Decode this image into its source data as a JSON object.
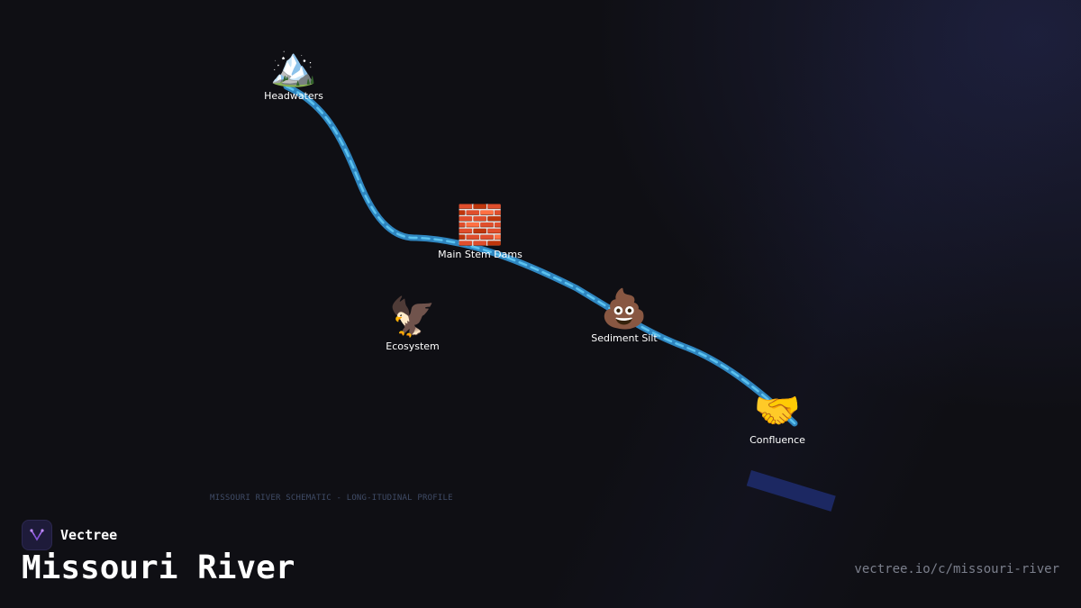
{
  "nodes": [
    {
      "label": "Headwaters",
      "icon": "mountain-icon",
      "glyph": "🏔️"
    },
    {
      "label": "Main Stem Dams",
      "icon": "brick-wall-icon",
      "glyph": "🧱"
    },
    {
      "label": "Ecosystem",
      "icon": "eagle-icon",
      "glyph": "🦅"
    },
    {
      "label": "Sediment Silt",
      "icon": "silt-icon",
      "glyph": "💩"
    },
    {
      "label": "Confluence",
      "icon": "handshake-icon",
      "glyph": "🤝"
    }
  ],
  "caption": "MISSOURI RIVER SCHEMATIC - LONG-ITUDINAL PROFILE",
  "brand": {
    "name": "Vectree"
  },
  "title": "Missouri River",
  "url": "vectree.io/c/missouri-river",
  "colors": {
    "river": "#2f86c0",
    "river_dash": "#5cc3f0",
    "background": "#0f0f14",
    "mouth": "#1c2862"
  }
}
